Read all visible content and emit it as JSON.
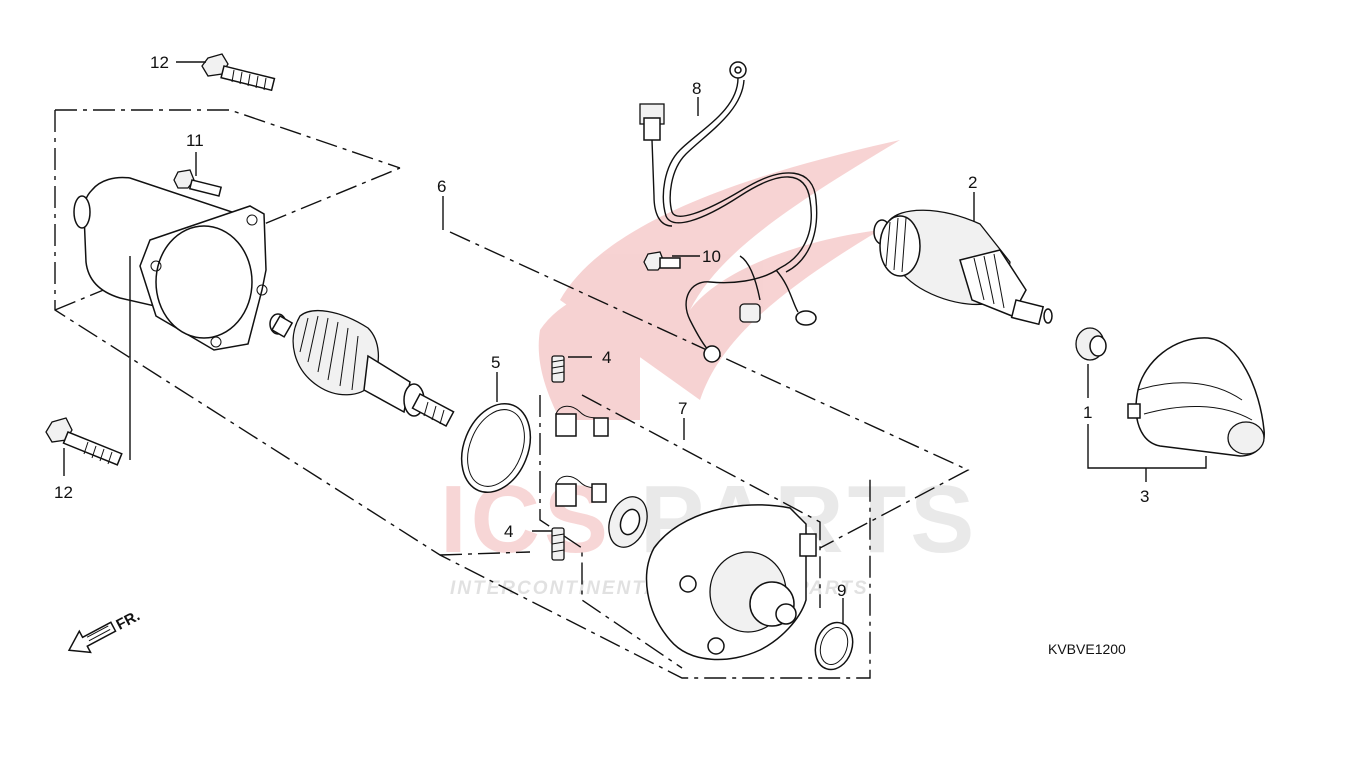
{
  "diagram": {
    "callouts": {
      "c1": "1",
      "c2": "2",
      "c3": "3",
      "c4a": "4",
      "c4b": "4",
      "c5": "5",
      "c6": "6",
      "c7": "7",
      "c8": "8",
      "c9": "9",
      "c10": "10",
      "c11": "11",
      "c12a": "12",
      "c12b": "12"
    },
    "diagram_code": "KVBVE1200",
    "direction_label": "FR."
  },
  "watermark": {
    "brand_left": "ICS",
    "brand_right": "PARTS",
    "tagline": "INTERCONTINENTAL SCOOTER PARTS"
  },
  "colors": {
    "line": "#111111",
    "watermark_red": "#f2b6b6",
    "watermark_gray": "#d8d8d8"
  }
}
